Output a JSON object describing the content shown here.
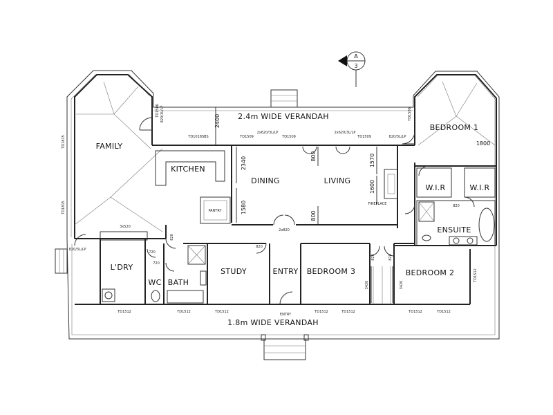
{
  "plan": {
    "section_marker": {
      "letter": "A",
      "number": "3"
    },
    "labels": {
      "verandah_top": "2.4m WIDE VERANDAH",
      "verandah_bottom": "1.8m WIDE VERANDAH",
      "family": "FAMILY",
      "kitchen": "KITCHEN",
      "dining": "DINING",
      "living": "LIVING",
      "bedroom1": "BEDROOM 1",
      "bedroom1_size": "1800",
      "wir_left": "W.I.R",
      "wir_right": "W.I.R",
      "ensuite": "ENSUITE",
      "laundry": "L'DRY",
      "wc": "WC",
      "bath": "BATH",
      "study": "STUDY",
      "entry": "ENTRY",
      "entry_door": "ENTRY",
      "bedroom3": "BEDROOM 3",
      "bedroom2": "BEDROOM 2",
      "pantry": "PANTRY",
      "fireplace": "FIREPLACE"
    },
    "dimensions": {
      "verandah_depth": "2400",
      "d2340": "2340",
      "d1580": "1580",
      "d800a": "800",
      "d800b": "800",
      "d1570": "1570",
      "d1600": "1600",
      "d3420a": "3420",
      "d3420b": "3420"
    },
    "window_codes": {
      "w_top_a": "TD1018SBS",
      "w_top_b": "TD1509",
      "w_top_c": "2x620/3L/LP",
      "w_top_d": "TD1509",
      "w_top_e": "2x620/3L/LP",
      "w_top_f": "TD1509",
      "w_top_g": "820/3L/LP",
      "w_left_a": "TD1815",
      "w_left_b": "TD1815",
      "w_vert_a": "TD1506",
      "w_vert_b": "820/3L/LP",
      "w_vert_c": "TD1506",
      "w_bot_a": "TD1512",
      "w_bot_b": "TD1512",
      "w_bot_c": "TD1512",
      "w_bot_d": "TD1512",
      "w_bot_e": "TD1512",
      "w_bot_f": "TD1512",
      "w_bot_g": "TD1512",
      "w_right": "TD1512",
      "d820_left": "820/3L/LP",
      "d_laundry": "3x520",
      "d720": "720",
      "d720b": "720",
      "d820_study": "820",
      "d2x820": "2x820",
      "d820_bed3": "820",
      "d820_bed2": "820",
      "d820_wir": "820",
      "d820_hall": "820"
    }
  }
}
